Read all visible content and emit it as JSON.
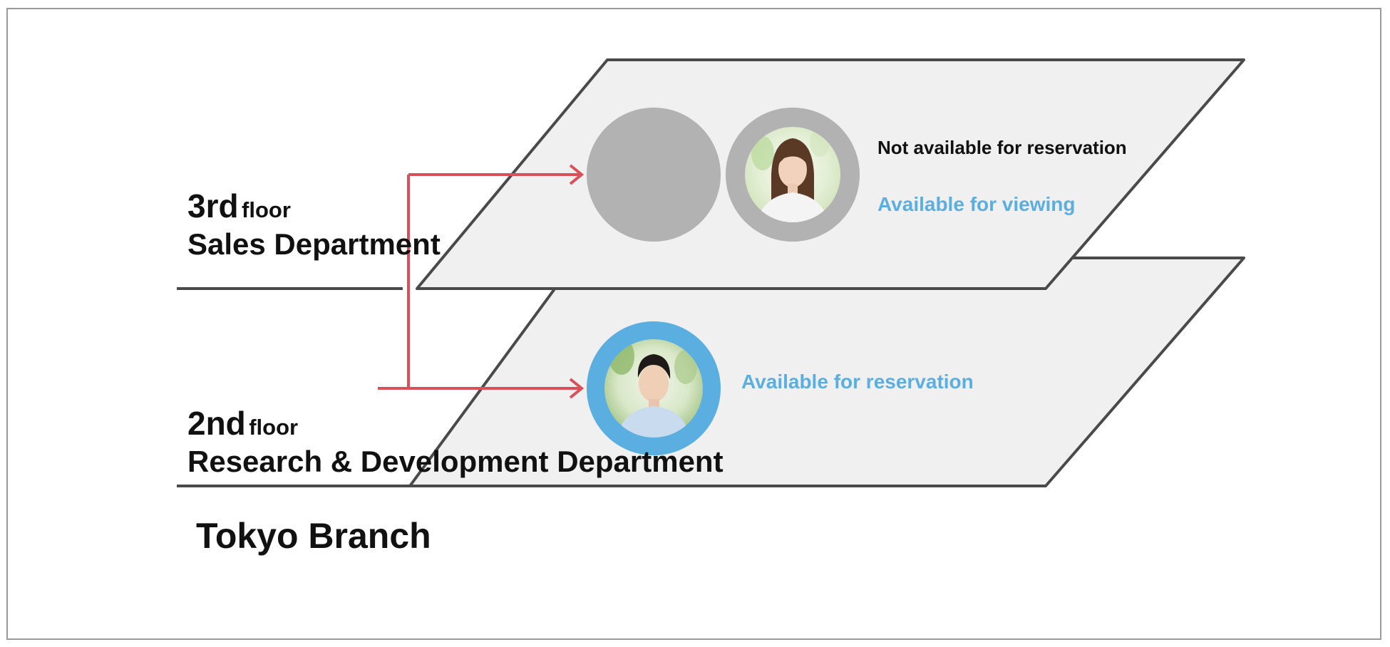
{
  "building": {
    "branch_name": "Tokyo Branch"
  },
  "floors": [
    {
      "id": "3rd",
      "number": "3rd",
      "floor_word": "floor",
      "department": "Sales Department",
      "statuses": {
        "not_reservable": "Not available for reservation",
        "viewing": "Available for viewing"
      }
    },
    {
      "id": "2nd",
      "number": "2nd",
      "floor_word": "floor",
      "department": "Research & Development Department",
      "statuses": {
        "reservable": "Available for reservation"
      }
    }
  ],
  "colors": {
    "plane_fill": "#f0f0f0",
    "plane_stroke": "#4a4a4a",
    "arrow": "#d9505a",
    "unavailable_gray": "#b2b2b2",
    "available_blue": "#5aafe0"
  },
  "icons": {
    "unavailable_avatar": "gray-circle-avatar-icon",
    "viewing_avatar": "woman-avatar-icon",
    "reservable_avatar": "man-avatar-icon"
  }
}
